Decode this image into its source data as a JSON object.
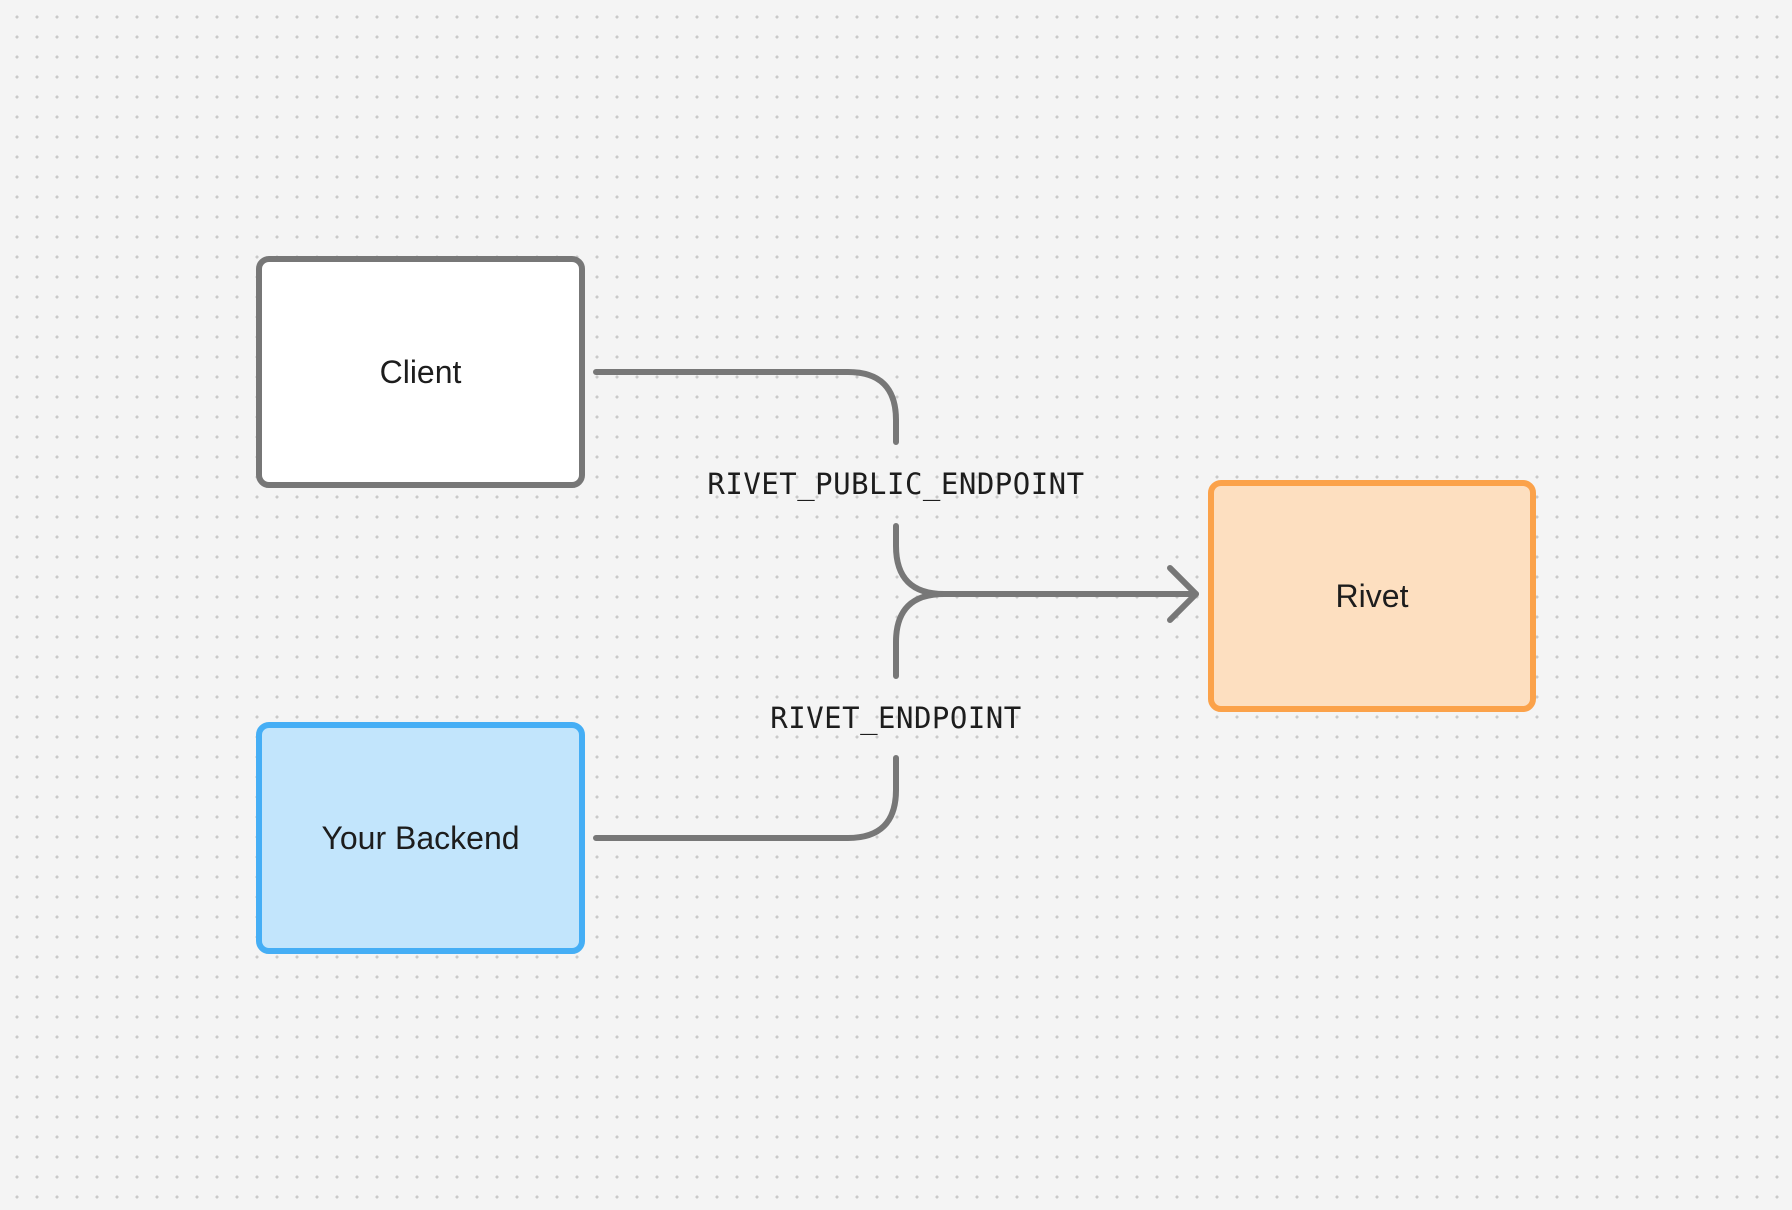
{
  "colors": {
    "background": "#f4f4f4",
    "grid_dot": "#c9c9c9",
    "connector": "#777777",
    "client_fill": "#ffffff",
    "client_border": "#777777",
    "backend_fill": "#c2e5fc",
    "backend_border": "#45aef5",
    "rivet_fill": "#fddfc0",
    "rivet_border": "#fba24a"
  },
  "nodes": {
    "client": {
      "label": "Client"
    },
    "backend": {
      "label": "Your Backend"
    },
    "rivet": {
      "label": "Rivet"
    }
  },
  "edges": {
    "client_to_rivet": {
      "label": "RIVET_PUBLIC_ENDPOINT"
    },
    "backend_to_rivet": {
      "label": "RIVET_ENDPOINT"
    }
  }
}
